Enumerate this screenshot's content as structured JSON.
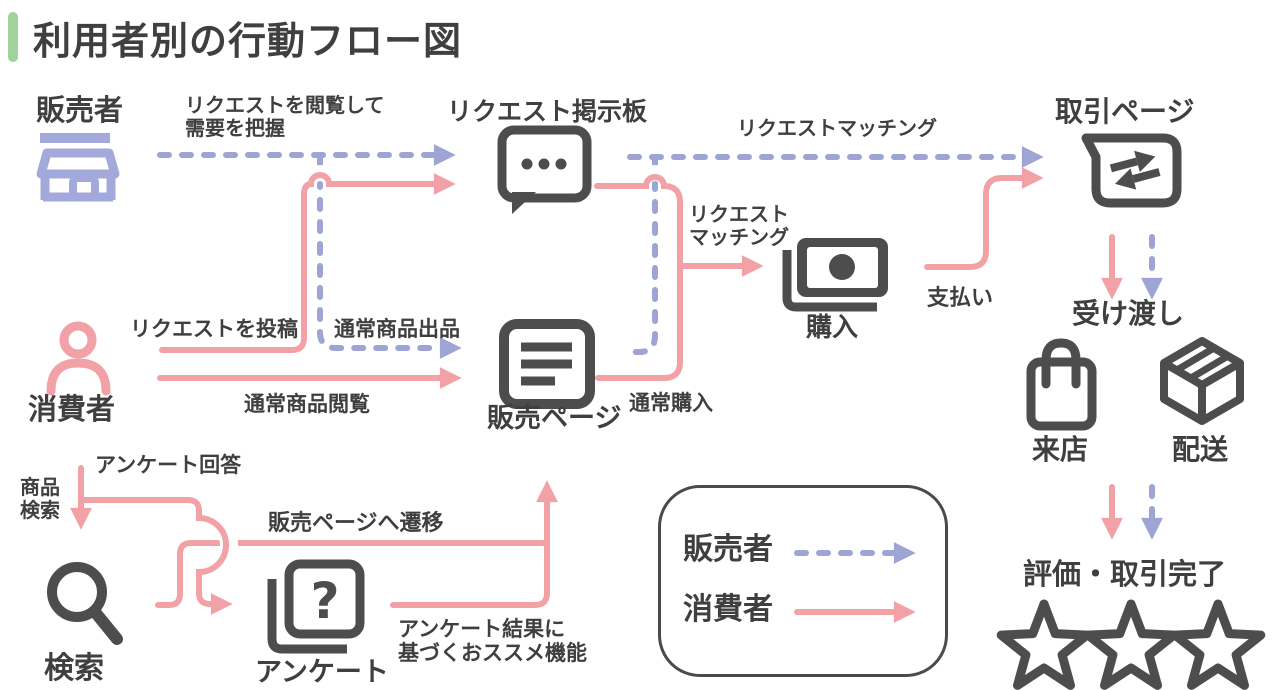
{
  "title": "利用者別の行動フロー図",
  "colors": {
    "accent_green": "#A0D29B",
    "seller_purple": "#9EA4D4",
    "consumer_pink": "#F2A1A7",
    "icon_gray": "#4D4D4D",
    "text_gray": "#3F3F3F"
  },
  "nodes": {
    "seller": "販売者",
    "consumer": "消費者",
    "request_board": "リクエスト掲示板",
    "sales_page": "販売ページ",
    "transaction_page": "取引ページ",
    "purchase": "購入",
    "handover": "受け渡し",
    "visit_store": "来店",
    "delivery": "配送",
    "evaluation": "評価・取引完了",
    "search": "検索",
    "survey": "アンケート"
  },
  "edges": {
    "browse_requests": "リクエストを閲覧して\n需要を把握",
    "request_matching_top": "リクエストマッチング",
    "post_request": "リクエストを投稿",
    "normal_listing": "通常商品出品",
    "normal_browsing": "通常商品閲覧",
    "request_matching_mid": "リクエスト\nマッチング",
    "normal_purchase": "通常購入",
    "payment": "支払い",
    "product_search": "商品\n検索",
    "survey_answer": "アンケート回答",
    "to_sales_page": "販売ページへ遷移",
    "recommend": "アンケート結果に\n基づくおススメ機能"
  },
  "legend": {
    "seller": "販売者",
    "consumer": "消費者"
  }
}
